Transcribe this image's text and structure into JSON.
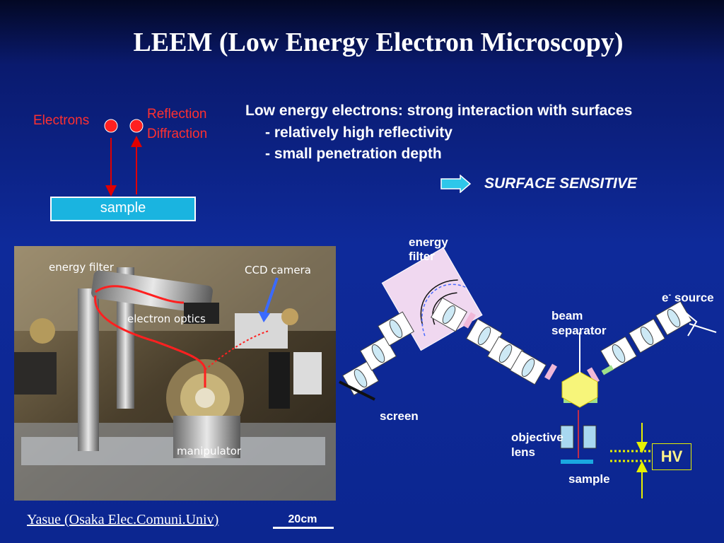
{
  "title": "LEEM (Low Energy Electron Microscopy)",
  "schematic": {
    "electrons_label": "Electrons",
    "reflection_label": "Reflection",
    "diffraction_label": "Diffraction",
    "sample_label": "sample"
  },
  "bullets": {
    "heading": "Low energy electrons: strong interaction with surfaces",
    "item1": "- relatively high reflectivity",
    "item2": "- small penetration depth",
    "conclusion": "SURFACE SENSITIVE"
  },
  "photo_labels": {
    "energy_filter": "energy filter",
    "ccd_camera": "CCD camera",
    "electron_optics": "electron optics",
    "manipulator": "manipulator"
  },
  "diagram_labels": {
    "energy": "energy",
    "filter": "filter",
    "e_source": "e",
    "e_source_sup": "-",
    "e_source_rest": " source",
    "beam": "beam",
    "separator": "separator",
    "screen": "screen",
    "objective": "objective",
    "lens": "lens",
    "sample": "sample",
    "hv": "HV"
  },
  "credit": "Yasue (Osaka Elec.Comuni.Univ)",
  "scale_bar": "20cm",
  "colors": {
    "accent_red": "#ff3030",
    "sample_cyan": "#1ab4e0",
    "hv_yellow": "#e6f000"
  }
}
